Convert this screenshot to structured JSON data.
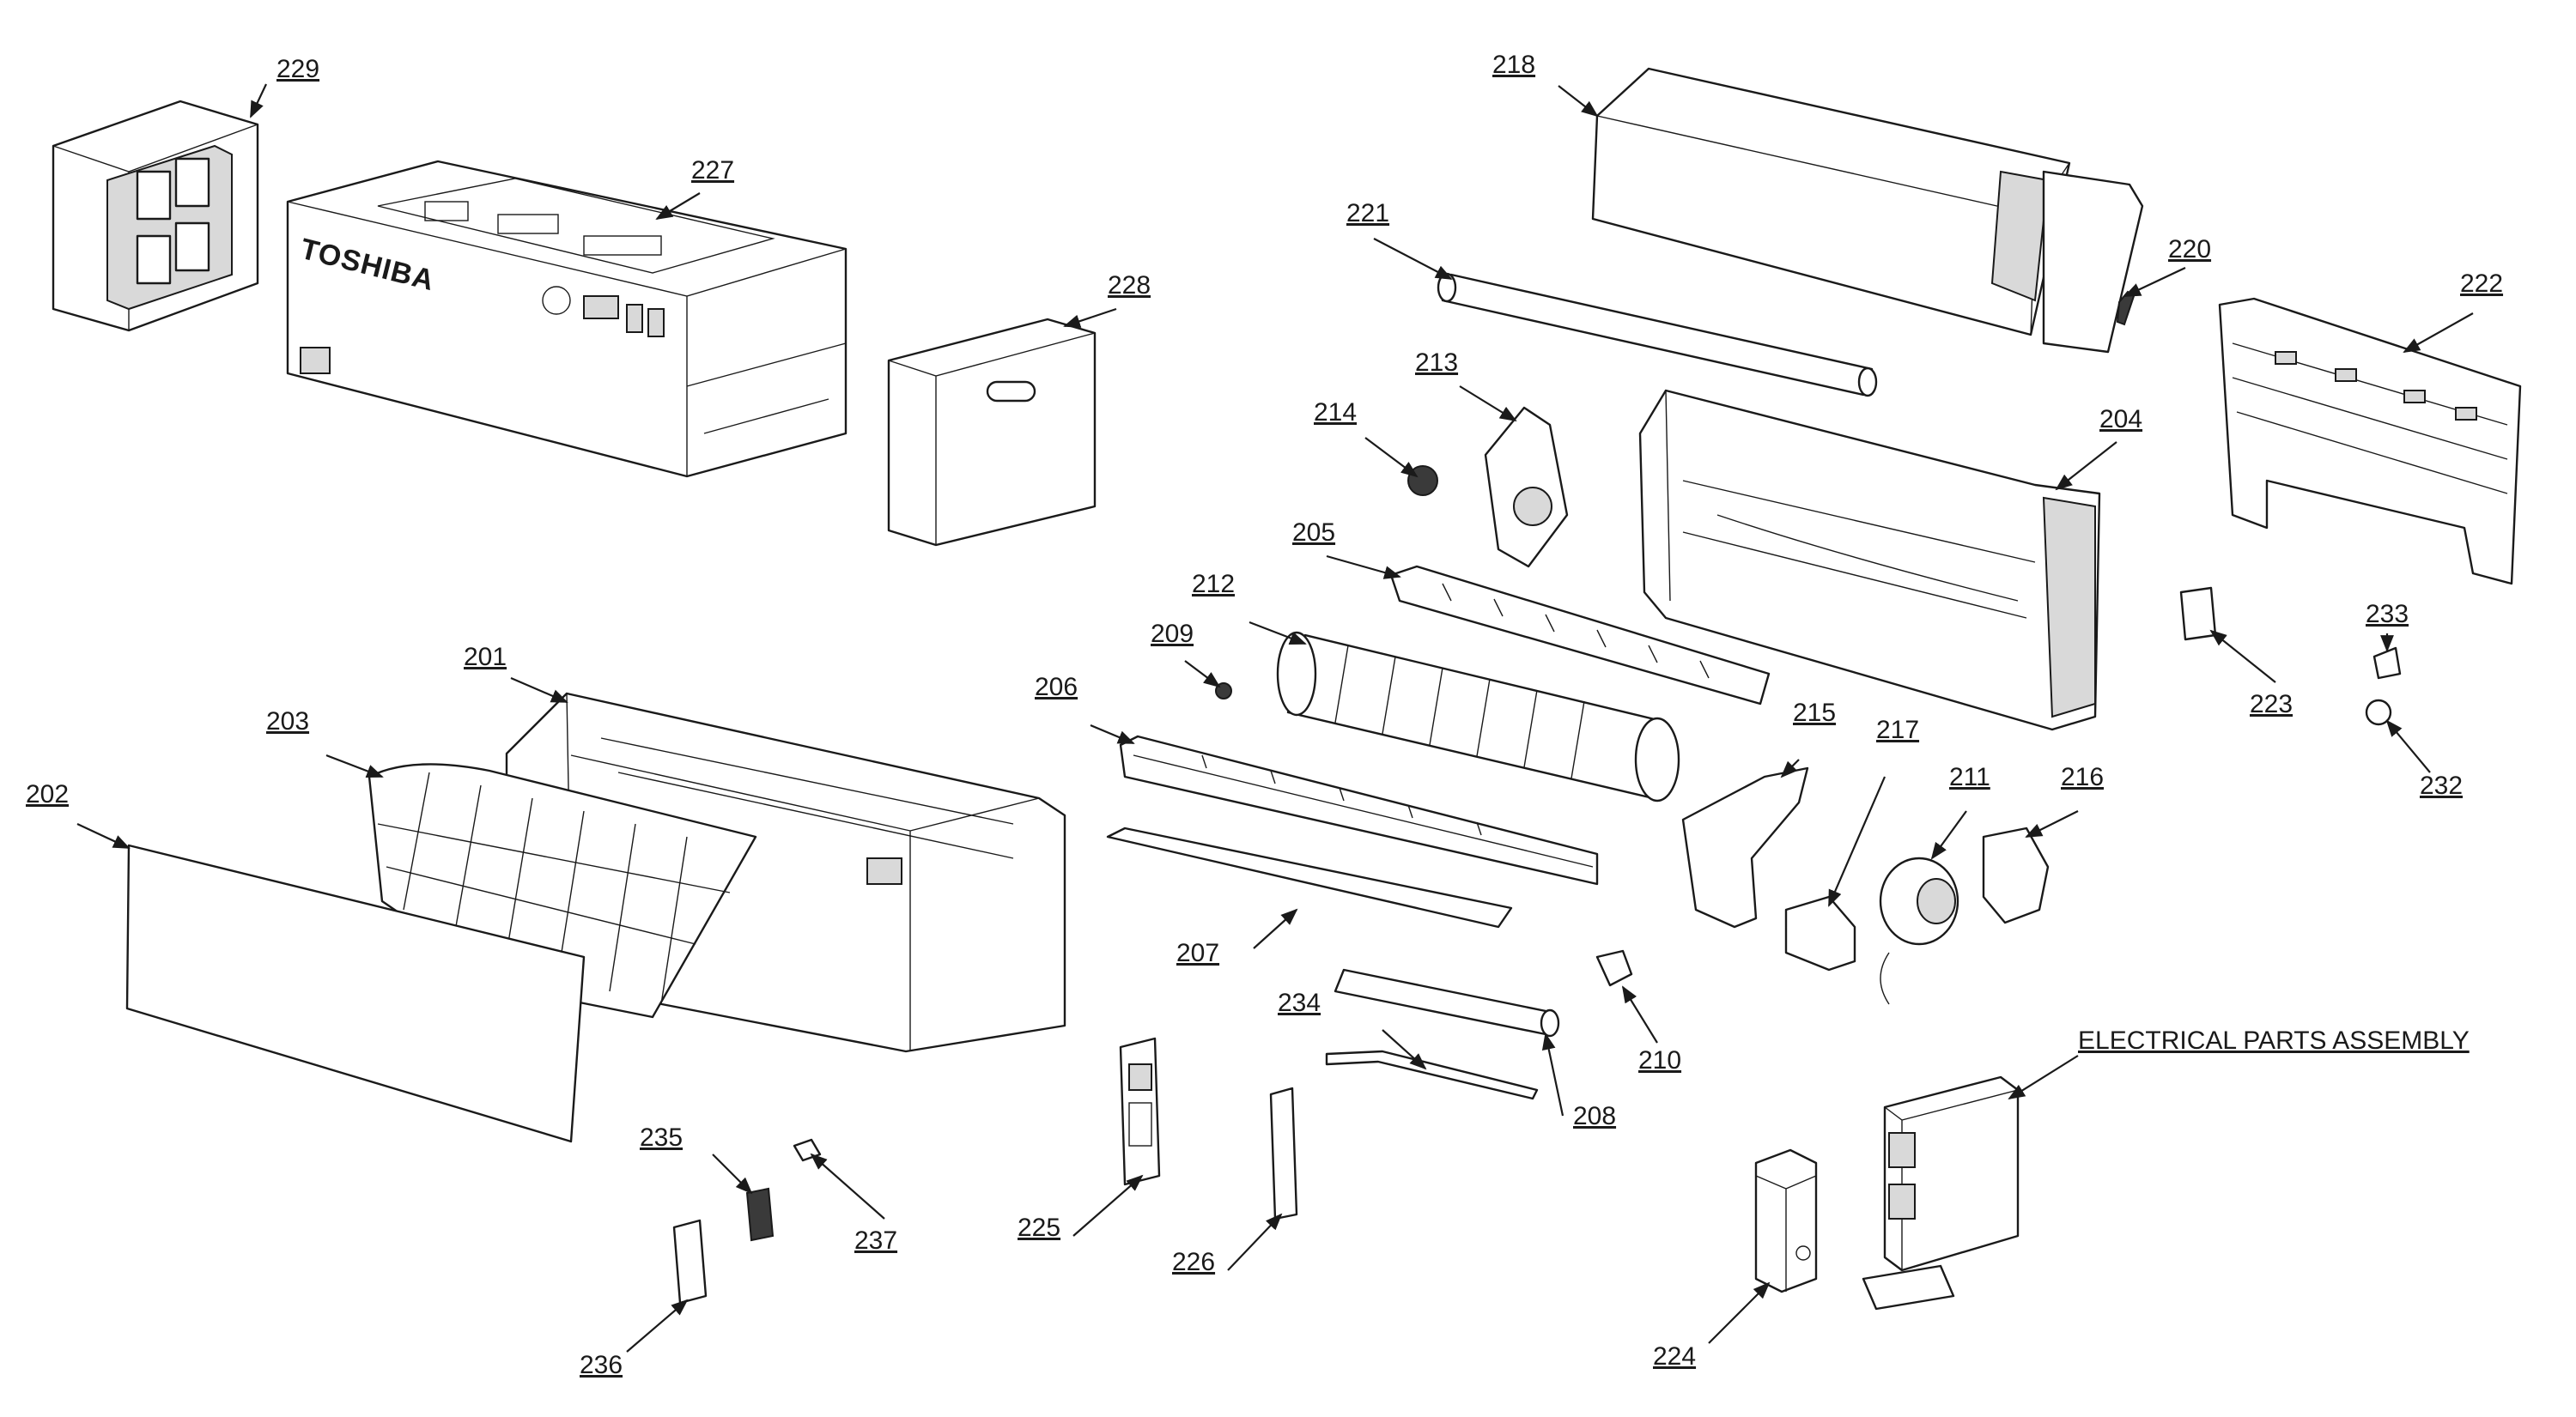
{
  "logo": "TOSHIBA",
  "callouts": {
    "p201": "201",
    "p202": "202",
    "p203": "203",
    "p204": "204",
    "p205": "205",
    "p206": "206",
    "p207": "207",
    "p208": "208",
    "p209": "209",
    "p210": "210",
    "p211": "211",
    "p212": "212",
    "p213": "213",
    "p214": "214",
    "p215": "215",
    "p216": "216",
    "p217": "217",
    "p218": "218",
    "p220": "220",
    "p221": "221",
    "p222": "222",
    "p223": "223",
    "p224": "224",
    "p225": "225",
    "p226": "226",
    "p227": "227",
    "p228": "228",
    "p229": "229",
    "p232": "232",
    "p233": "233",
    "p234": "234",
    "p235": "235",
    "p236": "236",
    "p237": "237",
    "electrical": "ELECTRICAL PARTS ASSEMBLY"
  }
}
